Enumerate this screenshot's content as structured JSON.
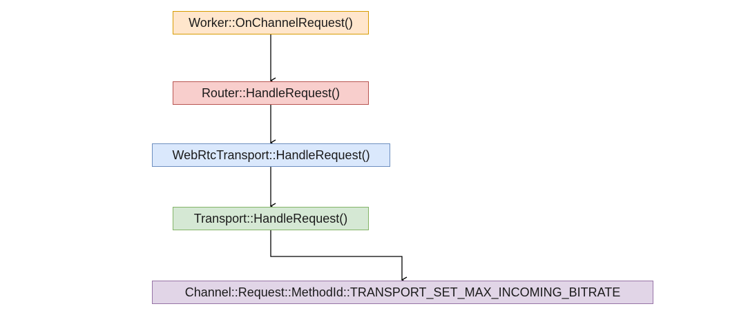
{
  "nodes": [
    {
      "id": "n1",
      "label": "Worker::OnChannelRequest()",
      "fill": "#ffe6cc",
      "stroke": "#d79b00"
    },
    {
      "id": "n2",
      "label": "Router::HandleRequest()",
      "fill": "#f8cecc",
      "stroke": "#b85450"
    },
    {
      "id": "n3",
      "label": "WebRtcTransport::HandleRequest()",
      "fill": "#dae8fc",
      "stroke": "#6c8ebf"
    },
    {
      "id": "n4",
      "label": "Transport::HandleRequest()",
      "fill": "#d5e8d4",
      "stroke": "#82b366"
    },
    {
      "id": "n5",
      "label": "Channel::Request::MethodId::TRANSPORT_SET_MAX_INCOMING_BITRATE",
      "fill": "#e1d5e7",
      "stroke": "#9673a6"
    }
  ],
  "edges": [
    {
      "from": "n1",
      "to": "n2"
    },
    {
      "from": "n2",
      "to": "n3"
    },
    {
      "from": "n3",
      "to": "n4"
    },
    {
      "from": "n4",
      "to": "n5"
    }
  ],
  "edge_color": "#000000"
}
